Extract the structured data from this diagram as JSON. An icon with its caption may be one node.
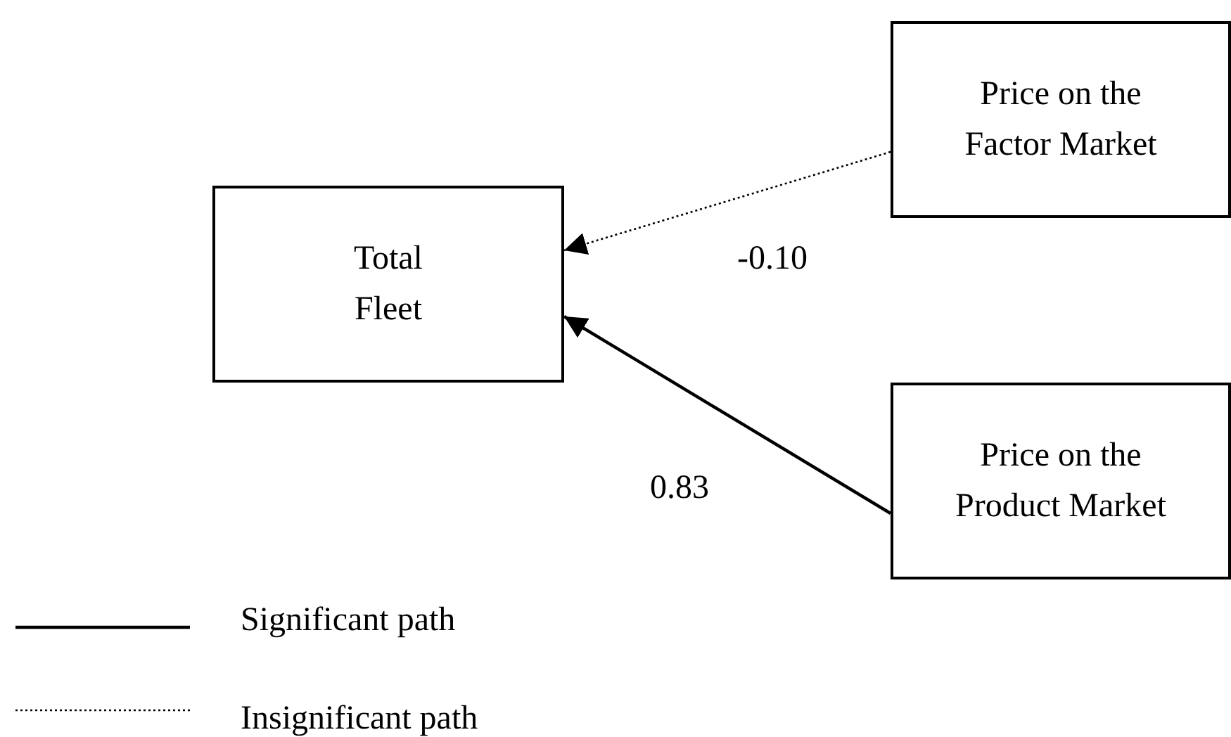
{
  "diagram": {
    "nodes": [
      {
        "text": [
          "Total Fleet"
        ]
      },
      {
        "text": [
          "Price on the Factor Market"
        ]
      },
      {
        "text": [
          "Price on the Product Market"
        ]
      }
    ],
    "edges": [
      {
        "from": 1,
        "to": 0,
        "arrow": "to",
        "label": "-0.10",
        "style": "dashed"
      },
      {
        "from": 2,
        "to": 0,
        "arrow": "to",
        "label": "0.83"
      }
    ],
    "legend": [
      {
        "text": "Significant path"
      },
      {
        "text": "Insignificant path"
      }
    ]
  }
}
